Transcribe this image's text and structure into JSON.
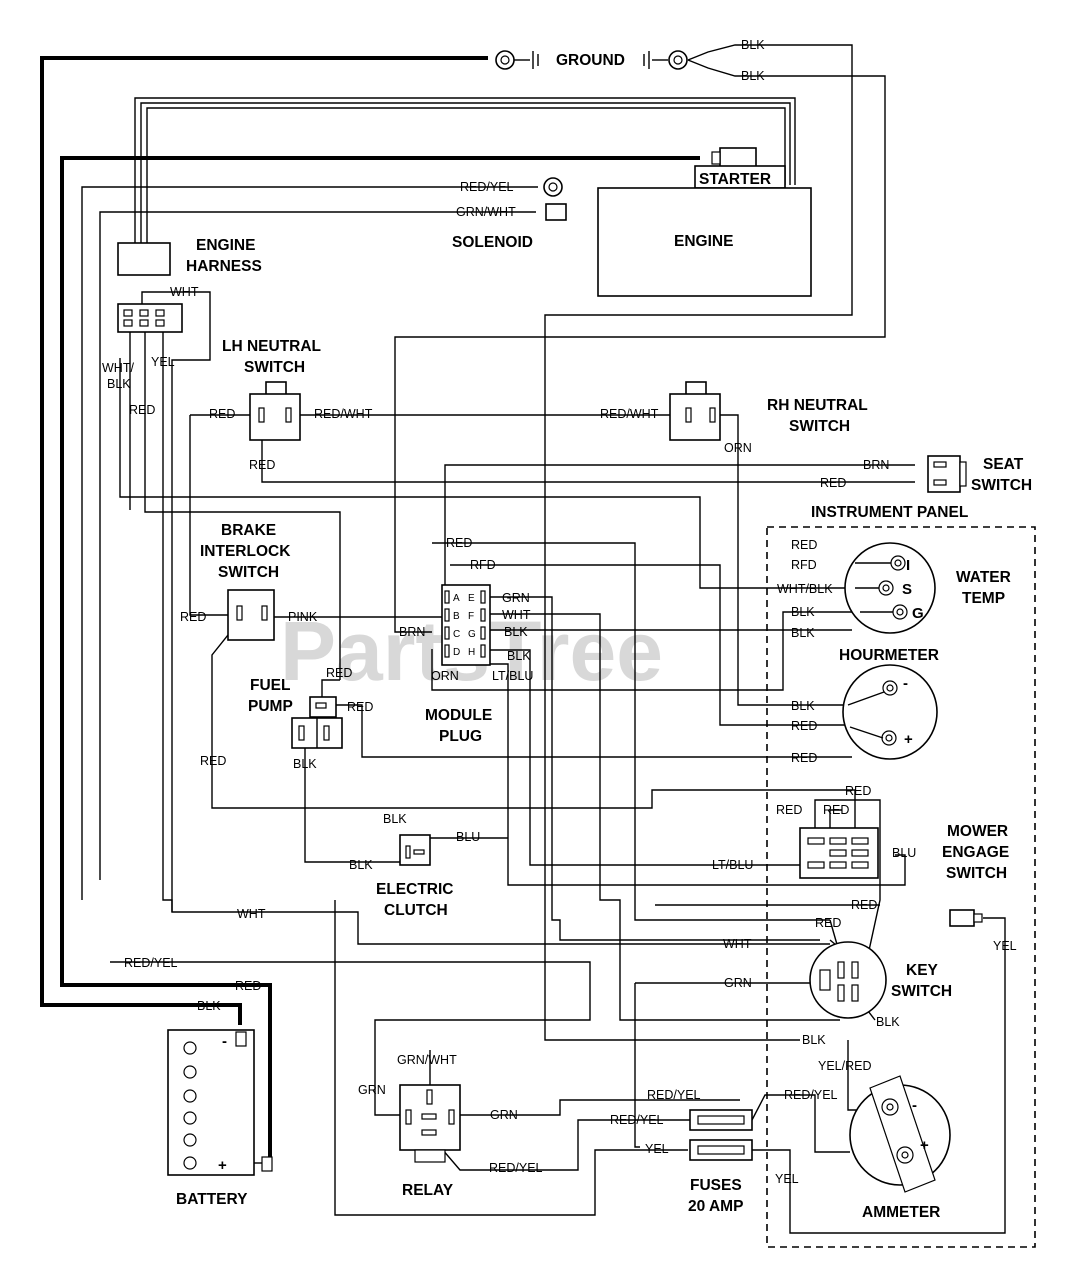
{
  "watermark": "PartsTree",
  "components": {
    "ground": "GROUND",
    "starter": "STARTER",
    "engine": "ENGINE",
    "engine_harness_1": "ENGINE",
    "engine_harness_2": "HARNESS",
    "solenoid": "SOLENOID",
    "lh_neutral_1": "LH NEUTRAL",
    "lh_neutral_2": "SWITCH",
    "rh_neutral_1": "RH NEUTRAL",
    "rh_neutral_2": "SWITCH",
    "seat_1": "SEAT",
    "seat_2": "SWITCH",
    "instrument_panel": "INSTRUMENT PANEL",
    "water_temp_1": "WATER",
    "water_temp_2": "TEMP",
    "hourmeter": "HOURMETER",
    "brake_1": "BRAKE",
    "brake_2": "INTERLOCK",
    "brake_3": "SWITCH",
    "fuel_pump_1": "FUEL",
    "fuel_pump_2": "PUMP",
    "module_1": "MODULE",
    "module_2": "PLUG",
    "clutch_1": "ELECTRIC",
    "clutch_2": "CLUTCH",
    "mower_1": "MOWER",
    "mower_2": "ENGAGE",
    "mower_3": "SWITCH",
    "key_1": "KEY",
    "key_2": "SWITCH",
    "battery": "BATTERY",
    "relay": "RELAY",
    "fuses_1": "FUSES",
    "fuses_2": "20 AMP",
    "ammeter": "AMMETER"
  },
  "symbols": {
    "minus": "-",
    "plus": "+",
    "temp_i": "I",
    "temp_s": "S",
    "temp_g": "G"
  },
  "module_pins": [
    "A",
    "B",
    "C",
    "D",
    "E",
    "F",
    "G",
    "H"
  ],
  "wire_colors": {
    "blk": "BLK",
    "red": "RED",
    "wht": "WHT",
    "yel": "YEL",
    "grn": "GRN",
    "blu": "BLU",
    "brn": "BRN",
    "orn": "ORN",
    "pink": "PINK",
    "red_yel": "RED/YEL",
    "grn_wht": "GRN/WHT",
    "red_wht": "RED/WHT",
    "wht_blk": "WHT/BLK",
    "wht_slash": "WHT/",
    "lt_blu": "LT/BLU",
    "yel_red": "YEL/RED",
    "red_fd": "RFD"
  }
}
